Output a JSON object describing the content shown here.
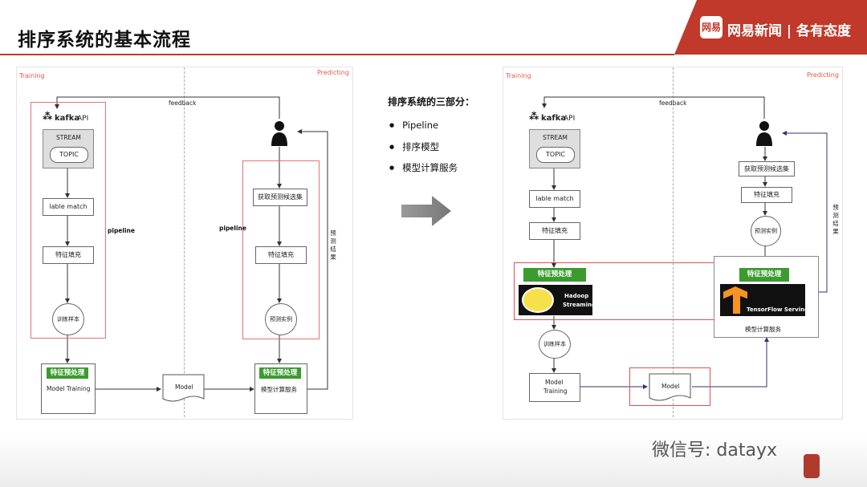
{
  "header": {
    "title": "排序系统的基本流程",
    "brand_logo": "网易",
    "brand_name": "网易新闻 | 各有态度",
    "accent_color": "#c0392b"
  },
  "left_diagram": {
    "zone_training": "Training",
    "zone_predicting": "Predicting",
    "feedback": "feedback",
    "kafka": "kafka",
    "api": "API",
    "stream": "STREAM",
    "topic": "TOPIC",
    "lable_match": "lable match",
    "feature_fill": "特征填充",
    "train_sample": "训练样本",
    "pipeline_left": "pipeline",
    "pipeline_right": "pipeline",
    "feature_preprocess": "特征预处理",
    "model_training": "Model Training",
    "model": "Model",
    "get_candidates": "获取预测候选集",
    "feature_fill_right": "特征填充",
    "predict_instance": "预测实例",
    "feature_preprocess_right": "特征预处理",
    "model_service": "模型计算服务",
    "predict_result": "预测结果"
  },
  "bullets": {
    "title": "排序系统的三部分：",
    "items": [
      "Pipeline",
      "排序模型",
      "模型计算服务"
    ]
  },
  "right_diagram": {
    "zone_training": "Training",
    "zone_predicting": "Predicting",
    "feedback": "feedback",
    "kafka": "kafka",
    "api": "API",
    "stream": "STREAM",
    "topic": "TOPIC",
    "lable_match": "lable match",
    "feature_fill": "特征填充",
    "feature_preprocess_left": "特征预处理",
    "hadoop": "Hadoop",
    "streaming": "Streaming",
    "train_sample": "训练样本",
    "model_training_1": "Model",
    "model_training_2": "Training",
    "model": "Model",
    "get_candidates": "获取预测候选集",
    "feature_fill_right": "特征填充",
    "predict_instance": "预测实例",
    "feature_preprocess_right": "特征预处理",
    "tensorflow": "TensorFlow Serving",
    "model_service": "模型计算服务",
    "predict_result": "预测结果"
  },
  "footer": {
    "watermark": "微信号: datayx"
  }
}
